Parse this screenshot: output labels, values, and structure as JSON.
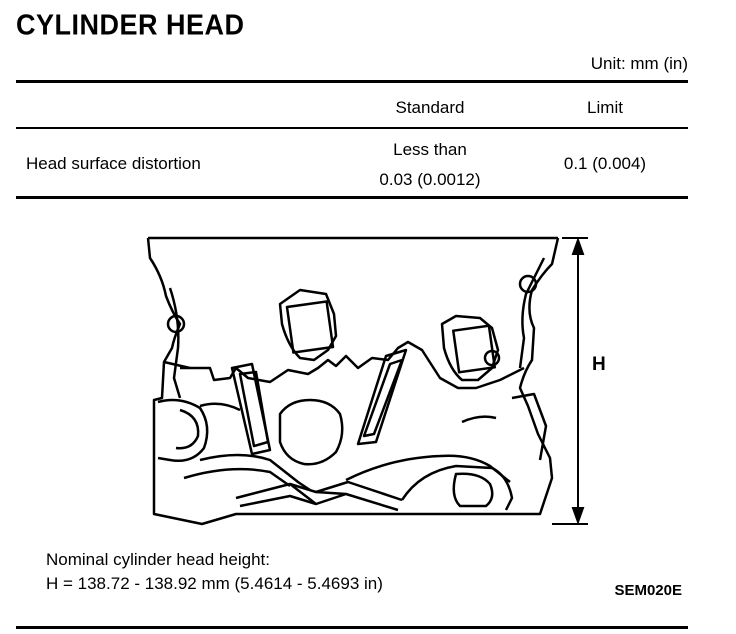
{
  "page": {
    "title": "CYLINDER HEAD",
    "unit_note": "Unit: mm (in)"
  },
  "spec_table": {
    "headers": {
      "standard": "Standard",
      "limit": "Limit"
    },
    "row": {
      "item": "Head surface distortion",
      "standard_line1": "Less than",
      "standard_line2": "0.03 (0.0012)",
      "limit": "0.1 (0.004)"
    }
  },
  "figure": {
    "dimension_label": "H",
    "caption_line1": "Nominal cylinder head height:",
    "caption_line2": "H = 138.72 - 138.92 mm (5.4614 - 5.4693 in)",
    "reference_code": "SEM020E"
  }
}
